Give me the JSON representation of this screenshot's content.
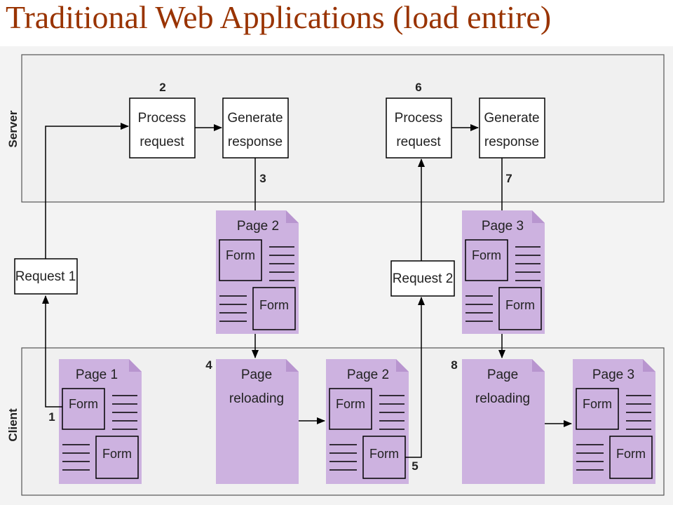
{
  "title": "Traditional Web Applications (load entire)",
  "zones": {
    "server": "Server",
    "client": "Client"
  },
  "steps": {
    "s1": "1",
    "s2": "2",
    "s3": "3",
    "s4": "4",
    "s5": "5",
    "s6": "6",
    "s7": "7",
    "s8": "8"
  },
  "server_boxes": {
    "process1": [
      "Process",
      "request"
    ],
    "generate1": [
      "Generate",
      "response"
    ],
    "process2": [
      "Process",
      "request"
    ],
    "generate2": [
      "Generate",
      "response"
    ]
  },
  "requests": {
    "r1": "Request 1",
    "r2": "Request 2"
  },
  "pages": {
    "page1": "Page 1",
    "page2": "Page 2",
    "page3": "Page 3"
  },
  "form_label": "Form",
  "reloading": [
    "Page",
    "reloading"
  ],
  "colors": {
    "title": "#993300",
    "page_fill": "#cdb2e0",
    "page_corner": "#b895cf",
    "zone_fill": "#f0f0f0",
    "line": "#000000"
  }
}
